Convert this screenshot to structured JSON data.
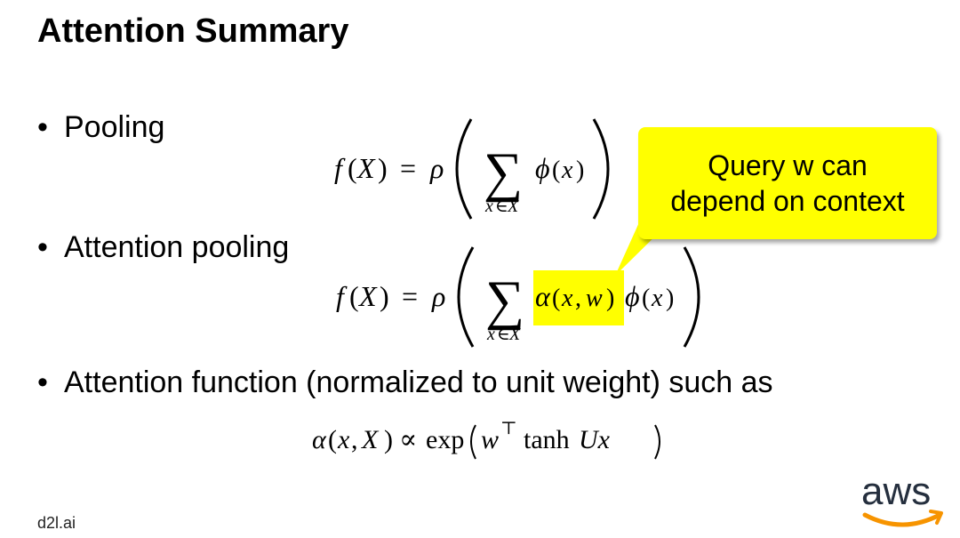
{
  "slide": {
    "title": "Attention Summary",
    "bullets": [
      "Pooling",
      "Attention pooling",
      "Attention function (normalized to unit weight) such as"
    ],
    "callout": {
      "line1": "Query w can",
      "line2": "depend on context"
    },
    "footer": "d2l.ai",
    "logo_text": "aws",
    "colors": {
      "highlight": "#ffff00",
      "logo_orange": "#f79400",
      "text": "#000000"
    }
  }
}
